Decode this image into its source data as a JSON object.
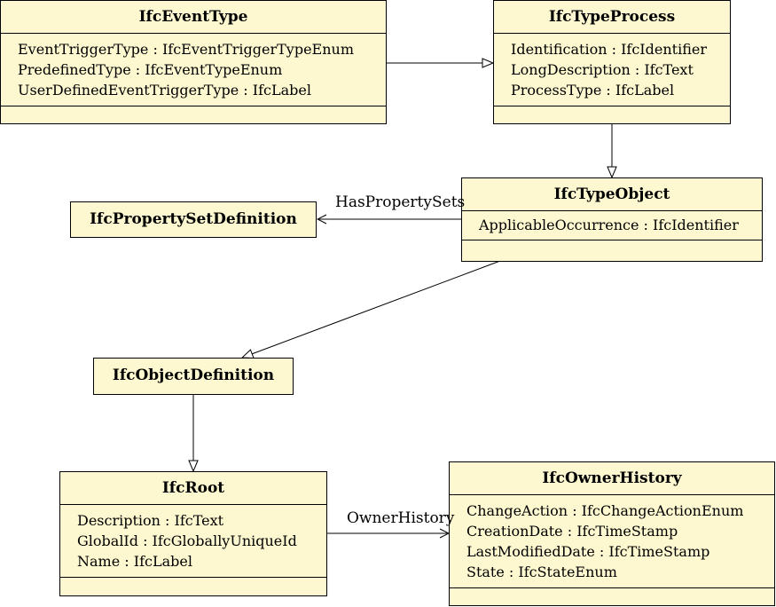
{
  "classes": {
    "event_type": {
      "name": "IfcEventType",
      "attributes": [
        "EventTriggerType : IfcEventTriggerTypeEnum",
        "PredefinedType : IfcEventTypeEnum",
        "UserDefinedEventTriggerType : IfcLabel"
      ]
    },
    "type_process": {
      "name": "IfcTypeProcess",
      "attributes": [
        "Identification : IfcIdentifier",
        "LongDescription : IfcText",
        "ProcessType : IfcLabel"
      ]
    },
    "type_object": {
      "name": "IfcTypeObject",
      "attributes": [
        "ApplicableOccurrence : IfcIdentifier"
      ]
    },
    "property_set_definition": {
      "name": "IfcPropertySetDefinition"
    },
    "object_definition": {
      "name": "IfcObjectDefinition"
    },
    "root": {
      "name": "IfcRoot",
      "attributes": [
        "Description : IfcText",
        "GlobalId : IfcGloballyUniqueId",
        "Name : IfcLabel"
      ]
    },
    "owner_history": {
      "name": "IfcOwnerHistory",
      "attributes": [
        "ChangeAction : IfcChangeActionEnum",
        "CreationDate : IfcTimeStamp",
        "LastModifiedDate : IfcTimeStamp",
        "State : IfcStateEnum"
      ]
    }
  },
  "associations": {
    "has_property_sets": "HasPropertySets",
    "owner_history": "OwnerHistory"
  },
  "colors": {
    "class_fill": "#fdf8d0",
    "line": "#000000"
  }
}
